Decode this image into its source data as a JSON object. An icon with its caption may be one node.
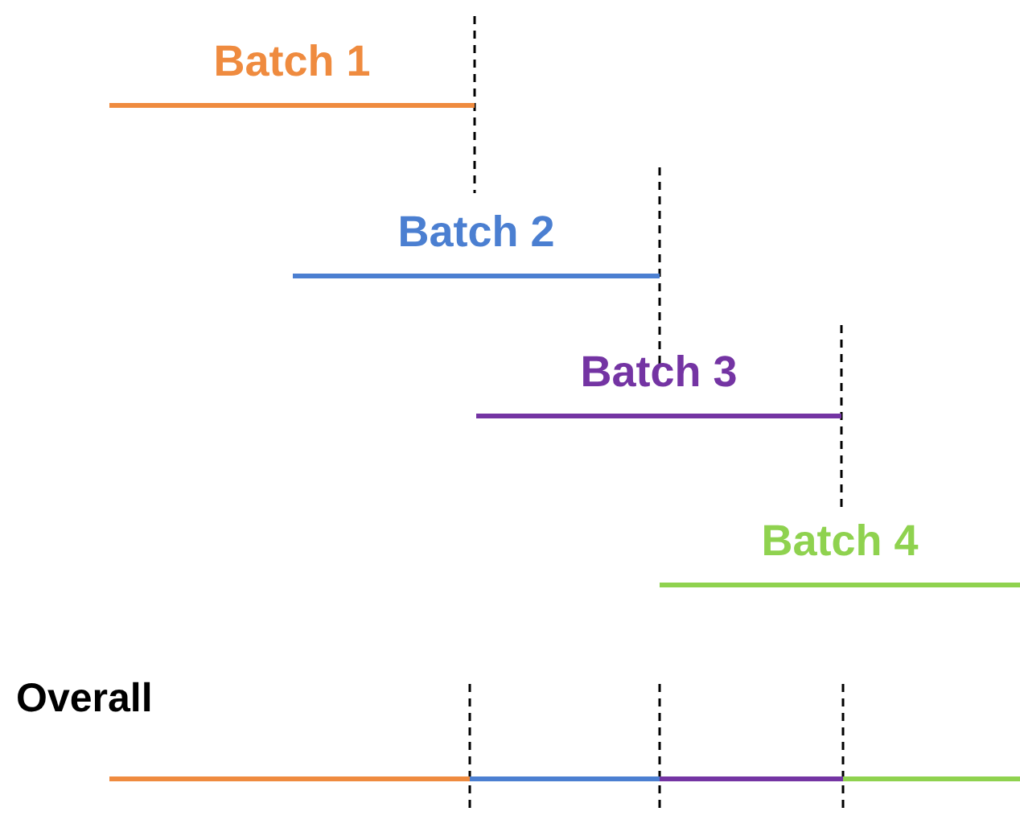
{
  "diagram": {
    "nodes": [
      {
        "text": [
          "Batch 1"
        ]
      },
      {
        "text": [
          "Batch 2"
        ]
      },
      {
        "text": [
          "Batch 3"
        ]
      },
      {
        "text": [
          "Batch 4"
        ]
      }
    ],
    "labels": [
      "Overall"
    ]
  }
}
